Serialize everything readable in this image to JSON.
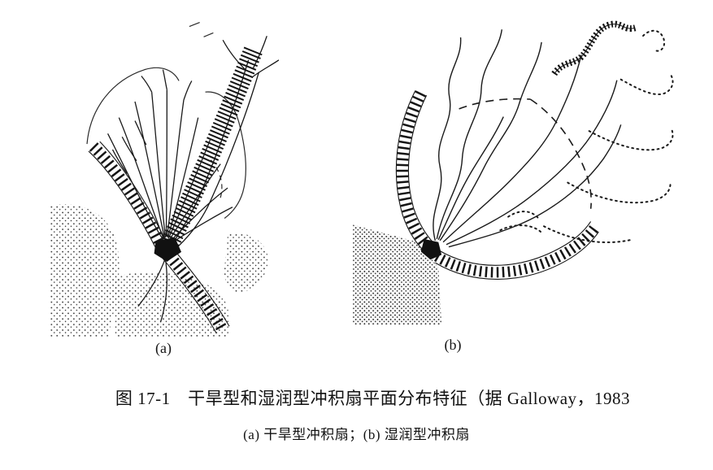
{
  "figure": {
    "panel_a_label": "(a)",
    "panel_b_label": "(b)",
    "caption_line1": "图 17-1　干旱型和湿润型冲积扇平面分布特征（据 Galloway，1983",
    "caption_line2": "(a) 干旱型冲积扇；(b) 湿润型冲积扇"
  },
  "diagram_semantics": {
    "panel_a": "arid-type alluvial fan plan view: hatched mountain-front ridges meeting at fan apex, dendritic distributary channels, dark braided incised channel, stippled basin floor",
    "panel_b": "humid-type alluvial fan plan view: curved hatched mountain front, sinuous meandering streams radiating from apex, dashed mid-fan boundary, dotted distal-fan boundary, stippled area at apex"
  },
  "colors": {
    "ink": "#151515",
    "background": "#ffffff"
  }
}
